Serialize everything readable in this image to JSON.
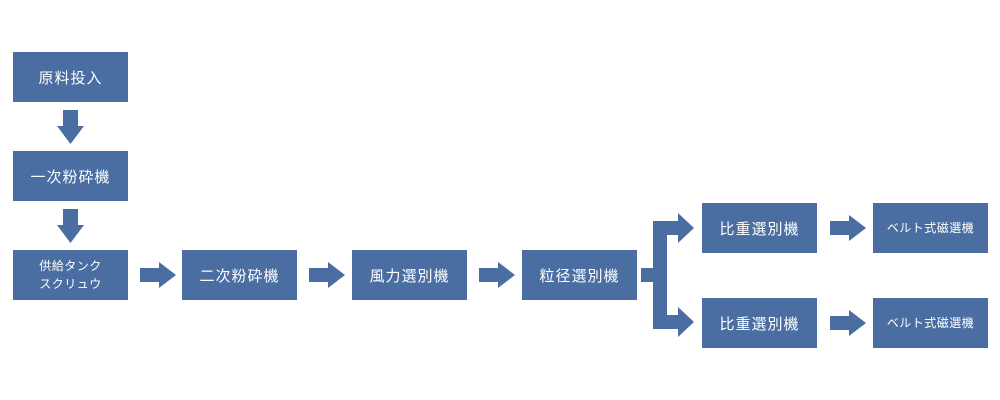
{
  "flow": {
    "raw_input": "原料投入",
    "primary_crusher": "一次粉砕機",
    "feed_screw": "供給タンク\nスクリュウ",
    "secondary_crusher": "二次粉砕機",
    "air_classifier": "風力選別機",
    "particle_classifier": "粒径選別機",
    "gravity_separator_1": "比重選別機",
    "magnetic_separator_1": "ベルト式磁選機",
    "gravity_separator_2": "比重選別機",
    "magnetic_separator_2": "ベルト式磁選機"
  },
  "colors": {
    "box": "#4a6ea1",
    "text": "#ffffff",
    "background": "#ffffff"
  }
}
